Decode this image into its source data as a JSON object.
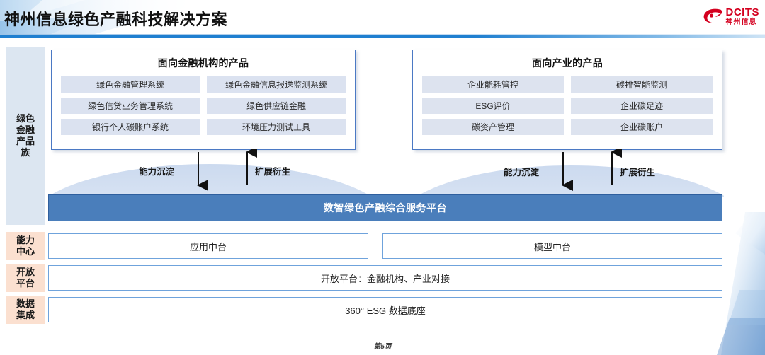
{
  "header": {
    "title": "神州信息绿色产融科技解决方案",
    "logo": {
      "en": "DCITS",
      "cn": "神州信息",
      "color": "#d4001f"
    }
  },
  "sidebar": {
    "items": [
      {
        "id": "green-finance-product-family",
        "label": "绿色金融产品族",
        "bg": "#dce6f1"
      },
      {
        "id": "ability-center",
        "label": "能力中心",
        "bg": "#fbe0d0"
      },
      {
        "id": "open-platform",
        "label": "开放平台",
        "bg": "#fbe0d0"
      },
      {
        "id": "data-integration",
        "label": "数据集成",
        "bg": "#fbe0d0"
      }
    ]
  },
  "panels": [
    {
      "id": "financial-institution-products",
      "title": "面向金融机构的产品",
      "products": [
        "绿色金融管理系统",
        "绿色金融信息报送监测系统",
        "绿色信贷业务管理系统",
        "绿色供应链金融",
        "银行个人碳账户系统",
        "环境压力测试工具"
      ]
    },
    {
      "id": "industry-products",
      "title": "面向产业的产品",
      "products": [
        "企业能耗管控",
        "碳排智能监测",
        "ESG评价",
        "企业碳足迹",
        "碳资产管理",
        "企业碳账户"
      ]
    }
  ],
  "flows": [
    {
      "id": "left-down",
      "label": "能力沉淀",
      "direction": "down"
    },
    {
      "id": "left-up",
      "label": "扩展衍生",
      "direction": "up"
    },
    {
      "id": "right-down",
      "label": "能力沉淀",
      "direction": "down"
    },
    {
      "id": "right-up",
      "label": "扩展衍生",
      "direction": "up"
    }
  ],
  "platform": {
    "label": "数智绿色产融综合服务平台",
    "bg": "#4a7ebb",
    "text_color": "#ffffff"
  },
  "layers": {
    "ability_center": [
      {
        "id": "app-middle-platform",
        "label": "应用中台"
      },
      {
        "id": "model-middle-platform",
        "label": "模型中台"
      }
    ],
    "open_platform": {
      "id": "open-platform-box",
      "label": "开放平台：金融机构、产业对接"
    },
    "data_integration": {
      "id": "data-base-box",
      "label": "360° ESG 数据底座"
    }
  },
  "footer": {
    "page_label": "第5页"
  },
  "colors": {
    "accent_blue": "#4a7ebb",
    "rule_blue": "#1f7fd0",
    "panel_border": "#4b79c4",
    "product_bg": "#dbe2f0",
    "box_border": "#6fa3dc",
    "peach": "#fbe0d0",
    "lightblue": "#dce6f1",
    "brand_red": "#d4001f"
  }
}
